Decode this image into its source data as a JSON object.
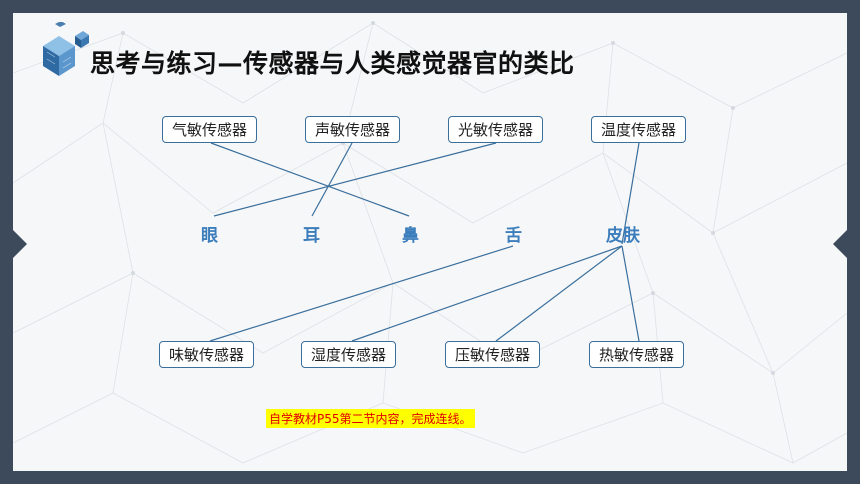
{
  "title": "思考与练习—传感器与人类感觉器官的类比",
  "sensors_top": [
    "气敏传感器",
    "声敏传感器",
    "光敏传感器",
    "温度传感器"
  ],
  "organs": [
    "眼",
    "耳",
    "鼻",
    "舌",
    "皮肤"
  ],
  "sensors_bottom": [
    "味敏传感器",
    "湿度传感器",
    "压敏传感器",
    "热敏传感器"
  ],
  "note": "自学教材P55第二节内容，完成连线。",
  "colors": {
    "frame": "#3d4a5c",
    "organ_text": "#3c7ebc",
    "box_border": "#3a6f9c",
    "note_bg": "#ffff00",
    "note_text": "#e00000"
  },
  "icons": {
    "logo": "cube-logo-icon"
  }
}
